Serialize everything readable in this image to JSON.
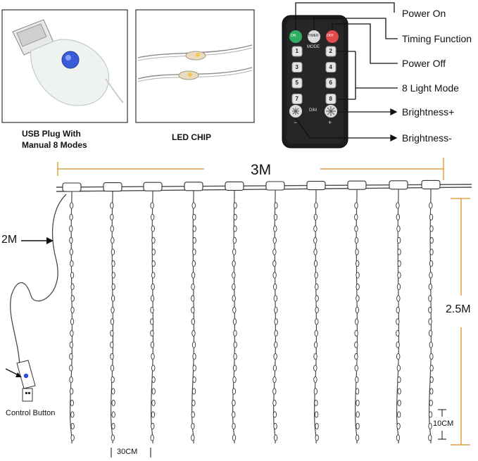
{
  "photos": {
    "usb_caption_line1": "USB Plug With",
    "usb_caption_line2": "Manual 8 Modes",
    "led_caption": "LED CHIP"
  },
  "remote": {
    "on": "ON",
    "timer": "TIMER",
    "off": "OFF",
    "mode": "MODE",
    "dim": "DIM",
    "minus": "−",
    "plus": "+",
    "numbers": [
      "1",
      "2",
      "3",
      "4",
      "5",
      "6",
      "7",
      "8"
    ]
  },
  "callouts": {
    "power_on": "Power On",
    "timing_function": "Timing Function",
    "power_off": "Power Off",
    "light_modes": "8 Light Mode",
    "brightness_up": "Brightness+",
    "brightness_down": "Brightness-"
  },
  "dimensions": {
    "width": "3M",
    "lead_length": "2M",
    "height": "2.5M",
    "bulb_spacing": "10CM",
    "strand_spacing": "30CM"
  },
  "control_button": "Control Button",
  "colors": {
    "accent_orange": "#e0a64c",
    "wire": "#4a4a4a",
    "led_green": "#2fae63",
    "led_red": "#e04a4a",
    "usb_blue": "#2a4fd0"
  }
}
